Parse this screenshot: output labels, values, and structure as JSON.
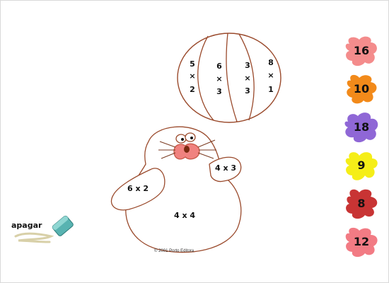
{
  "ball": {
    "segments": [
      {
        "a": "5",
        "op": "×",
        "b": "2"
      },
      {
        "a": "6",
        "op": "×",
        "b": "3"
      },
      {
        "a": "3",
        "op": "×",
        "b": "3"
      },
      {
        "a": "8",
        "op": "×",
        "b": "1"
      }
    ]
  },
  "seal": {
    "left_flipper": "6 x 2",
    "right_flipper": "4 x 3",
    "body": "4 x 4"
  },
  "palette": [
    {
      "value": "16",
      "color": "#f48c8c"
    },
    {
      "value": "10",
      "color": "#f28a1a"
    },
    {
      "value": "18",
      "color": "#8f67d6"
    },
    {
      "value": "9",
      "color": "#f5ee18"
    },
    {
      "value": "8",
      "color": "#c83434"
    },
    {
      "value": "12",
      "color": "#f27b84"
    }
  ],
  "eraser": {
    "label": "apagar",
    "icon": "eraser-icon",
    "color": "#58b3b1"
  },
  "copyright": "© 2001 Porto Editora",
  "outline_color": "#9a4a2c"
}
